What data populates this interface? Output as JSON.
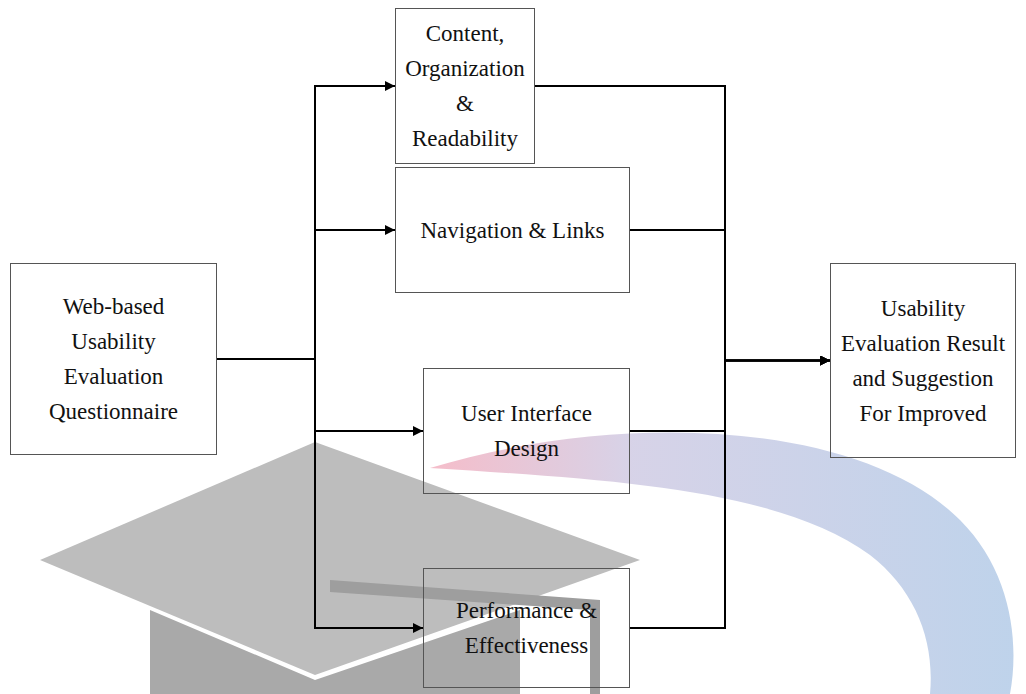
{
  "diagram": {
    "nodes": [
      {
        "text": [
          "Web-based Usability Evaluation Questionnaire"
        ]
      },
      {
        "text": [
          "Content, Organization & Readability"
        ]
      },
      {
        "text": [
          "Navigation & Links"
        ]
      },
      {
        "text": [
          "User Interface Design"
        ]
      },
      {
        "text": [
          "Performance & Effectiveness"
        ]
      },
      {
        "text": [
          "Usability Evaluation Result and Suggestion For Improved"
        ]
      }
    ],
    "edges": [
      {
        "from": 0,
        "to": 1,
        "arrow": "to"
      },
      {
        "from": 0,
        "to": 2,
        "arrow": "to"
      },
      {
        "from": 0,
        "to": 3,
        "arrow": "to"
      },
      {
        "from": 0,
        "to": 4,
        "arrow": "to"
      },
      {
        "from": 1,
        "to": 5,
        "arrow": "to"
      },
      {
        "from": 2,
        "to": 5,
        "arrow": "to"
      },
      {
        "from": 3,
        "to": 5,
        "arrow": "to"
      },
      {
        "from": 4,
        "to": 5,
        "arrow": "to"
      }
    ]
  }
}
